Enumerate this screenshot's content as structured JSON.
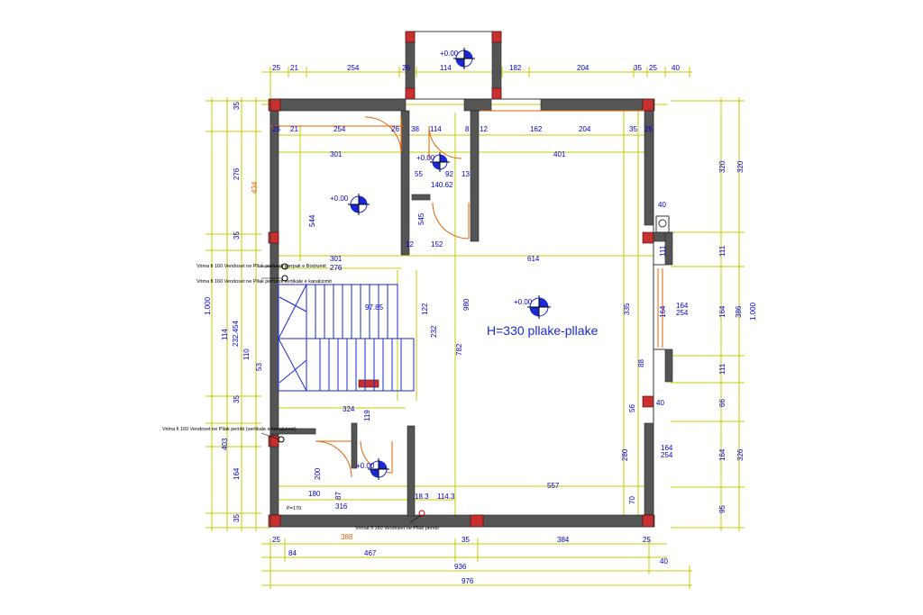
{
  "title": "H=330 pllake-pllake",
  "levels": [
    "+0.00",
    "+0.00",
    "+0.00",
    "+0.00",
    "+0.00"
  ],
  "colors": {
    "walls": "#555555",
    "columns": "#c83030",
    "dimensions": "#0000cc",
    "dimension_lines": "#c8c800",
    "doors": "#e06000"
  },
  "top_dims": [
    "25",
    "21",
    "254",
    "26",
    "114",
    "182",
    "204",
    "35",
    "25",
    "40"
  ],
  "top_row2": [
    "25",
    "21",
    "254",
    "26",
    "38",
    "114",
    "8",
    "12",
    "162",
    "204",
    "35",
    "25"
  ],
  "bottom_dims": {
    "row1": [
      "25",
      "84",
      "467",
      "35",
      "384",
      "25"
    ],
    "row2": "936",
    "row2b": "40",
    "row3": "976",
    "orange": "388"
  },
  "left_dims": [
    "35",
    "276",
    "35",
    "1.000",
    "35",
    "164",
    "35",
    "403",
    "434",
    "114",
    "232.454",
    "110",
    "53"
  ],
  "right_dims": [
    "320",
    "320",
    "111",
    "111",
    "164",
    "386",
    "164",
    "1.000",
    "111",
    "66",
    "164",
    "326",
    "95"
  ],
  "interior_dims": [
    "301",
    "401",
    "55",
    "92",
    "13",
    "140.62",
    "12",
    "301",
    "152",
    "614",
    "276",
    "544",
    "545",
    "980",
    "782",
    "335",
    "122",
    "232",
    "324",
    "119",
    "557",
    "180",
    "316",
    "18.3",
    "114.3",
    "200",
    "87",
    "97.85",
    "40",
    "40",
    "164",
    "254",
    "164",
    "254",
    "280",
    "70",
    "56",
    "88"
  ],
  "notes": {
    "hole1": "Vrima fi 160 Vendoset ne Pllak perfundi pjerpak e Bodrumit",
    "hole2": "Vrima fi 160 Vendoset ne Pllak perfundi vertikale e kanalizimit",
    "hole3": "Vrima fi 160 Vendoset ne Pllak pembi (vertikale e kanalizimit)",
    "hole4": "Vrimat fi 160 Vendoset ne Pllak pembi",
    "p170": "P=170"
  }
}
